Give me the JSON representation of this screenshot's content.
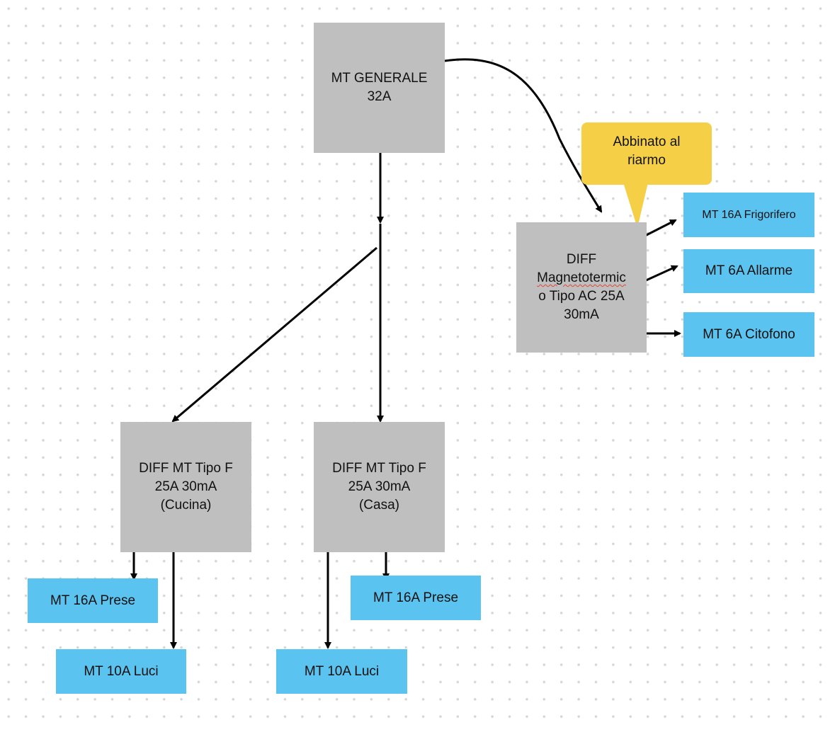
{
  "diagram": {
    "nodes": {
      "main": {
        "label": "MT GENERALE\n32A"
      },
      "diff_ac": {
        "label_line1": "DIFF",
        "label_line2": "Magnetotermic",
        "label_line3": "o Tipo AC 25A",
        "label_line4": "30mA"
      },
      "diff_cucina": {
        "label": "DIFF MT Tipo F\n25A 30mA\n(Cucina)"
      },
      "diff_casa": {
        "label": "DIFF MT Tipo F\n25A 30mA\n(Casa)"
      },
      "frigorifero": {
        "label": "MT 16A Frigorifero"
      },
      "allarme": {
        "label": "MT 6A Allarme"
      },
      "citofono": {
        "label": "MT 6A Citofono"
      },
      "cucina_prese": {
        "label": "MT 16A Prese"
      },
      "cucina_luci": {
        "label": "MT 10A Luci"
      },
      "casa_prese": {
        "label": "MT 16A Prese"
      },
      "casa_luci": {
        "label": "MT 10A Luci"
      }
    },
    "note": {
      "label": "Abbinato al\nriarmo"
    },
    "colors": {
      "gray_box": "#bfbfbf",
      "blue_box": "#5bc3f0",
      "note": "#f5cf45",
      "connector": "#000000",
      "spellcheck_underline": "#e0443a"
    }
  }
}
